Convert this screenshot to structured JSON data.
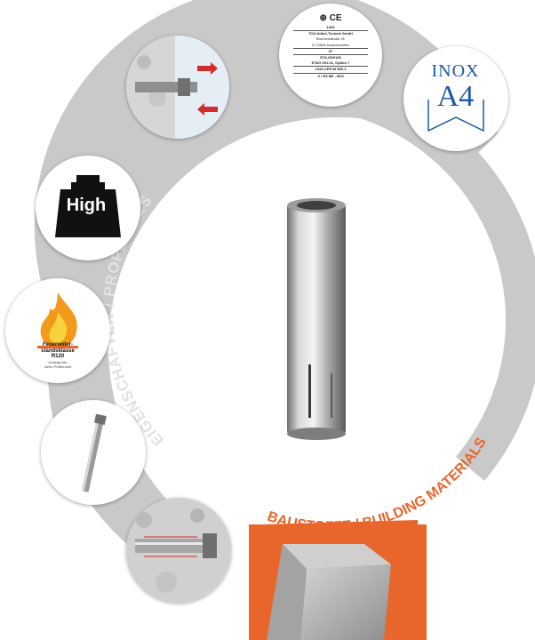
{
  "ring": {
    "properties_label": "EIGENSCHAFTEN / PROPERTIES",
    "materials_label": "BAUSTOFFE / BUILDING MATERIALS",
    "colors": {
      "ring": "#c9c9c9",
      "properties_text": "#e2e2e2",
      "materials": "#e8662b",
      "inox": "#1c5aa6"
    }
  },
  "icons": {
    "ce_label": {
      "number": "1343",
      "company": "TOX-Dübel-Technik GmbH",
      "street": "Brunnenstraße 31",
      "city": "D-72505 Krauchenwies",
      "year": "07",
      "eta": "ETA-05/0135",
      "etag": "ETAG 001-01, Option 7",
      "cpr": "1343-CPR-M 555-1",
      "size": "X / ES M6 - M20"
    },
    "inox": {
      "line1": "INOX",
      "line2": "A4"
    },
    "weight": {
      "text": "High"
    },
    "fire": {
      "line1": "Feuerwider-",
      "line2": "standsklasse",
      "line3": "R120",
      "small1": "Dübelgröße",
      "small2": "siehe Prüfbericht"
    }
  }
}
